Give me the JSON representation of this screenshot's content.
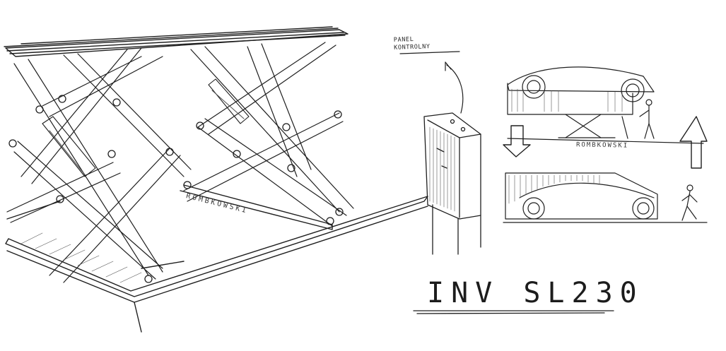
{
  "panel_label": "PANEL\nKONTROLNY",
  "brand_text": "ROMBKOWSKI",
  "model_name": "INV SL230",
  "colors": {
    "ink": "#1f1f1f",
    "hatch": "#555555",
    "paper": "#ffffff"
  }
}
